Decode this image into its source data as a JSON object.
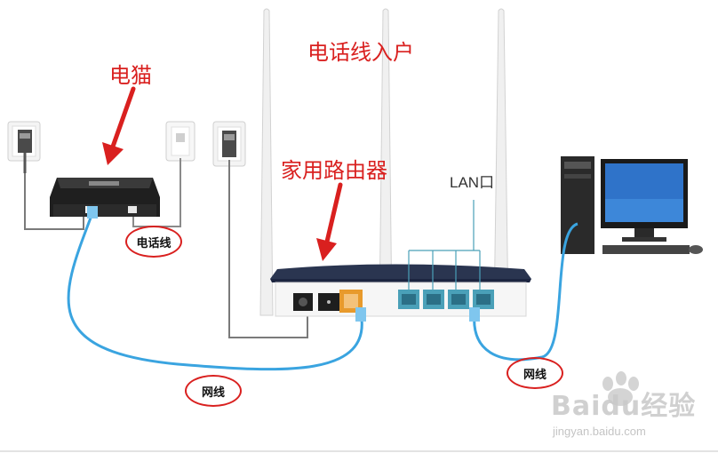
{
  "labels": {
    "modem": "电猫",
    "phone_line_in": "电话线入户",
    "router": "家用路由器",
    "lan_port": "LAN口",
    "phone_line": "电话线",
    "network_cable_left": "网线",
    "network_cable_right": "网线"
  },
  "watermark": {
    "logo": "Baidu经验",
    "url": "jingyan.baidu.com"
  },
  "colors": {
    "annotation_red": "#d9201f",
    "cable_blue": "#3aa4e0",
    "router_navy": "#2a3550",
    "lan_port_teal": "#4aa0b8",
    "wan_port_orange": "#e89a2c"
  }
}
